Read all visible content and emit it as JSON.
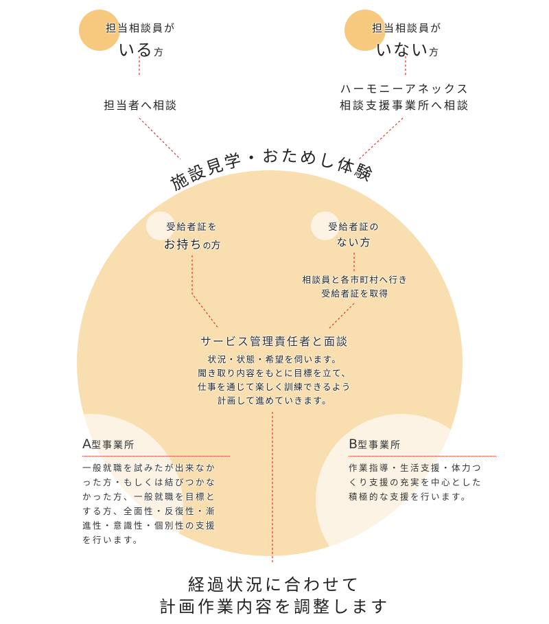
{
  "colors": {
    "accent_orange": "#f6c97f",
    "circle_fill": "#f9deb0",
    "light_fill": "#fdf3e4",
    "connector": "#e0352b",
    "text": "#222222"
  },
  "top_left": {
    "line1": "担当相談員が",
    "line2_main": "いる",
    "line2_suffix": "方",
    "action": "担当者へ相談"
  },
  "top_right": {
    "line1": "担当相談員が",
    "line2_main": "いない",
    "line2_suffix": "方",
    "action_line1": "ハーモニーアネックス",
    "action_line2": "相談支援事業所へ相談"
  },
  "arc_title": "施設見学・おためし体験",
  "cert_yes": {
    "line1": "受給者証を",
    "line2_main": "お持ち",
    "line2_mid": "の",
    "line2_suffix": "方"
  },
  "cert_no": {
    "line1": "受給者証の",
    "line2": "ない方",
    "action_line1": "相談員と各市町村へ行き",
    "action_line2": "受給者証を取得"
  },
  "interview": {
    "title": "サービス管理責任者と面談",
    "lines": [
      "状況・状態・希望を伺います。",
      "聞き取り内容をもとに目標を立て、",
      "仕事を通じて楽しく訓練できるよう",
      "計画して進めていきます。"
    ]
  },
  "type_a": {
    "letter": "A",
    "title": "型事業所",
    "lines": [
      "一般就職を試みたが出来なか",
      "った方・もしくは結びつかな",
      "かった方、一般就職を目標と",
      "する方、全面性・反復性・漸",
      "進性・意識性・個別性の支援",
      "を行います。"
    ]
  },
  "type_b": {
    "letter": "B",
    "title": "型事業所",
    "lines": [
      "作業指導・生活支援・体力つ",
      "くり支援の充実を中心とした",
      "積極的な支援を行います。"
    ]
  },
  "footer": {
    "line1": "経過状況に合わせて",
    "line2": "計画作業内容を調整します"
  }
}
